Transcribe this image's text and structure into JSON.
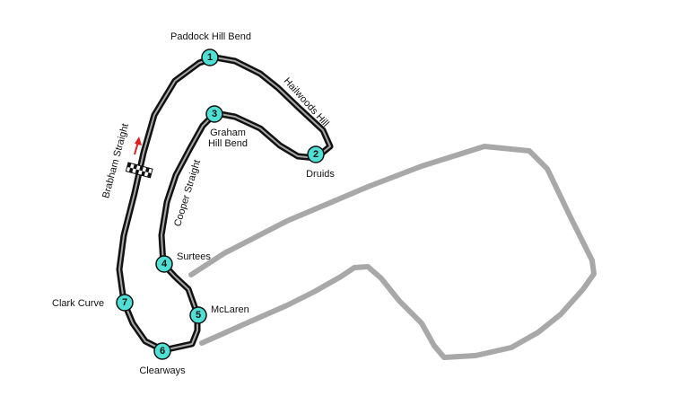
{
  "colors": {
    "background": "#ffffff",
    "active_track": "#111111",
    "unused_track": "#a8a8a8",
    "corner_marker": "#4ee0d4",
    "direction_arrow": "#e02020"
  },
  "icons": {
    "start_finish": "checkered-flag-icon",
    "direction": "arrow-up-icon"
  },
  "corners": [
    {
      "number": "1",
      "name": "Paddock Hill Bend"
    },
    {
      "number": "2",
      "name": "Druids"
    },
    {
      "number": "3",
      "name": "Graham Hill Bend"
    },
    {
      "number": "4",
      "name": "Surtees"
    },
    {
      "number": "5",
      "name": "McLaren"
    },
    {
      "number": "6",
      "name": "Clearways"
    },
    {
      "number": "7",
      "name": "Clark Curve"
    }
  ],
  "graham_lines": [
    "Graham",
    "Hill Bend"
  ],
  "straights": [
    {
      "name": "Hailwoods Hill"
    },
    {
      "name": "Cooper Straight"
    },
    {
      "name": "Brabham Straight"
    }
  ]
}
